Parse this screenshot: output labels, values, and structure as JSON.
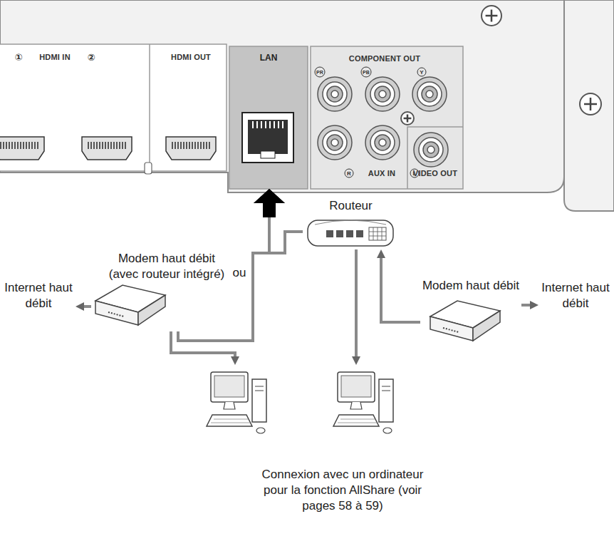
{
  "diagram": {
    "nodes": [
      {
        "text": [
          "LAN"
        ]
      },
      {
        "text": [
          "Modem haut débit (avec routeur intégré)"
        ]
      },
      {
        "text": [
          "Routeur"
        ]
      },
      {
        "text": [
          "Modem haut débit"
        ]
      },
      {
        "text": [
          "Internet haut débit"
        ]
      },
      {
        "text": [
          "Internet haut débit"
        ]
      },
      {
        "text": [
          "Connexion avec un ordinateur pour la fonction AllShare (voir pages 58 à 59)"
        ]
      }
    ],
    "edges": [
      {
        "from": 1,
        "to": 0,
        "arrow": "to"
      },
      {
        "from": 1,
        "to": 4,
        "arrow": "to"
      },
      {
        "from": 1,
        "to": 6,
        "arrow": "to"
      },
      {
        "from": 2,
        "to": 0,
        "arrow": "to"
      },
      {
        "from": 2,
        "to": 6,
        "arrow": "to"
      },
      {
        "from": 3,
        "to": 2,
        "arrow": "to"
      },
      {
        "from": 3,
        "to": 5,
        "arrow": "to"
      }
    ],
    "labels": [
      "①",
      "HDMI IN",
      "②",
      "HDMI OUT",
      "COMPONENT OUT",
      "PR",
      "PB",
      "Y",
      "R",
      "AUX IN",
      "L",
      "VIDEO OUT",
      "ou"
    ]
  }
}
